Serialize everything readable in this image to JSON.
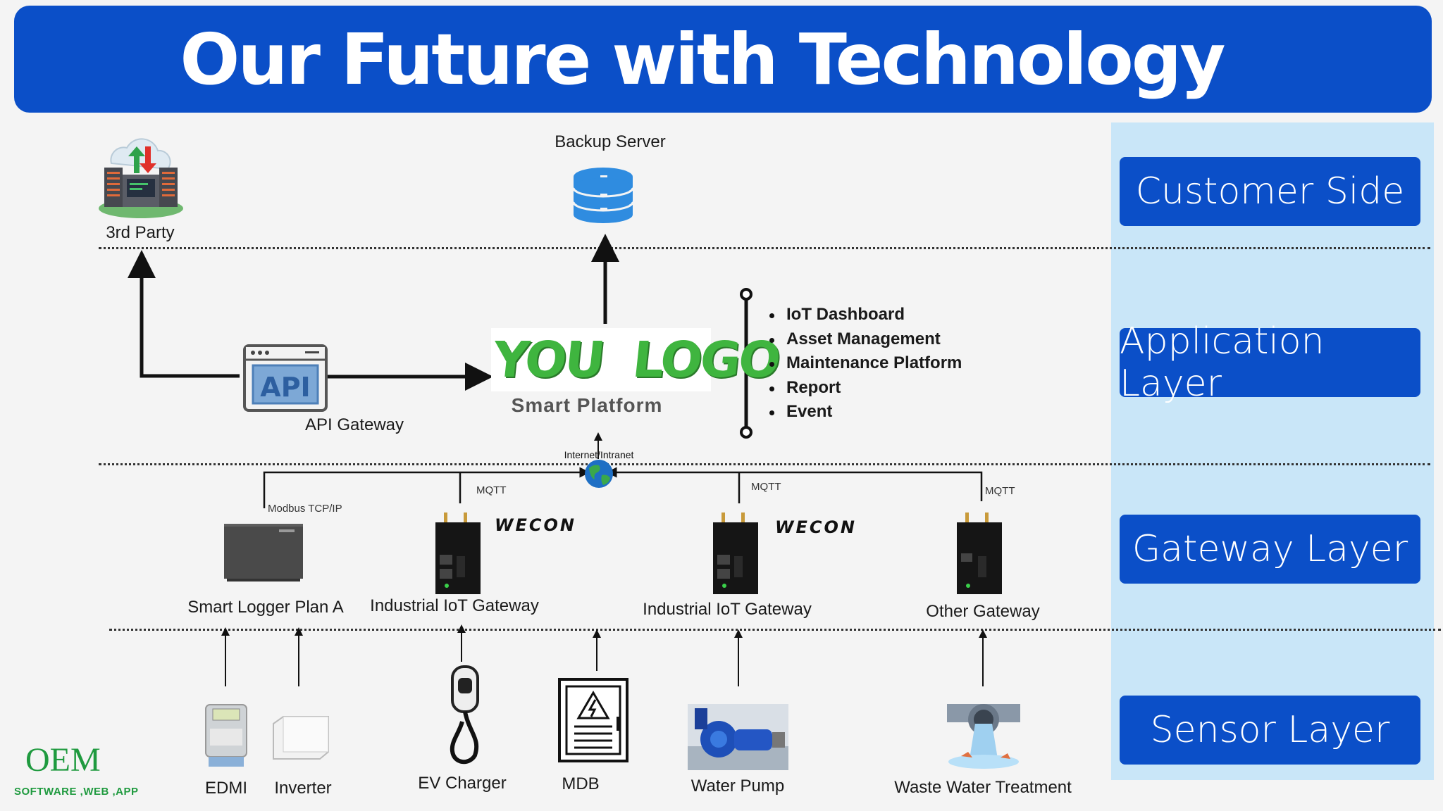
{
  "header": {
    "title": "Our Future with Technology"
  },
  "layers": [
    "Customer Side",
    "Application Layer",
    "Gateway Layer",
    "Sensor Layer"
  ],
  "customer": {
    "third_party": "3rd Party",
    "backup_server": "Backup Server"
  },
  "application": {
    "api_gateway": "API Gateway",
    "api_icon_text": "API",
    "logo": {
      "left": "YOU",
      "right": "LOGO"
    },
    "platform": "Smart Platform",
    "features": [
      "IoT Dashboard",
      "Asset Management",
      "Maintenance Platform",
      "Report",
      "Event"
    ]
  },
  "gateway": {
    "network": "Internet/Intranet",
    "devices": [
      {
        "label": "Smart Logger Plan A",
        "protocol": "Modbus TCP/IP"
      },
      {
        "label": "Industrial IoT Gateway",
        "protocol": "MQTT",
        "brand": "WECON"
      },
      {
        "label": "Industrial IoT Gateway",
        "protocol": "MQTT",
        "brand": "WECON"
      },
      {
        "label": "Other Gateway",
        "protocol": "MQTT"
      }
    ]
  },
  "sensors": [
    "EDMI",
    "Inverter",
    "EV Charger",
    "MDB",
    "Water Pump",
    "Waste Water Treatment"
  ],
  "brand": {
    "name": "OEM",
    "tagline": "SOFTWARE ,WEB ,APP"
  },
  "colors": {
    "header": "#0b4fc8",
    "layer_panel": "#c9e6f8",
    "logo_green": "#3fb53f",
    "brand_green": "#1f9a3f"
  }
}
